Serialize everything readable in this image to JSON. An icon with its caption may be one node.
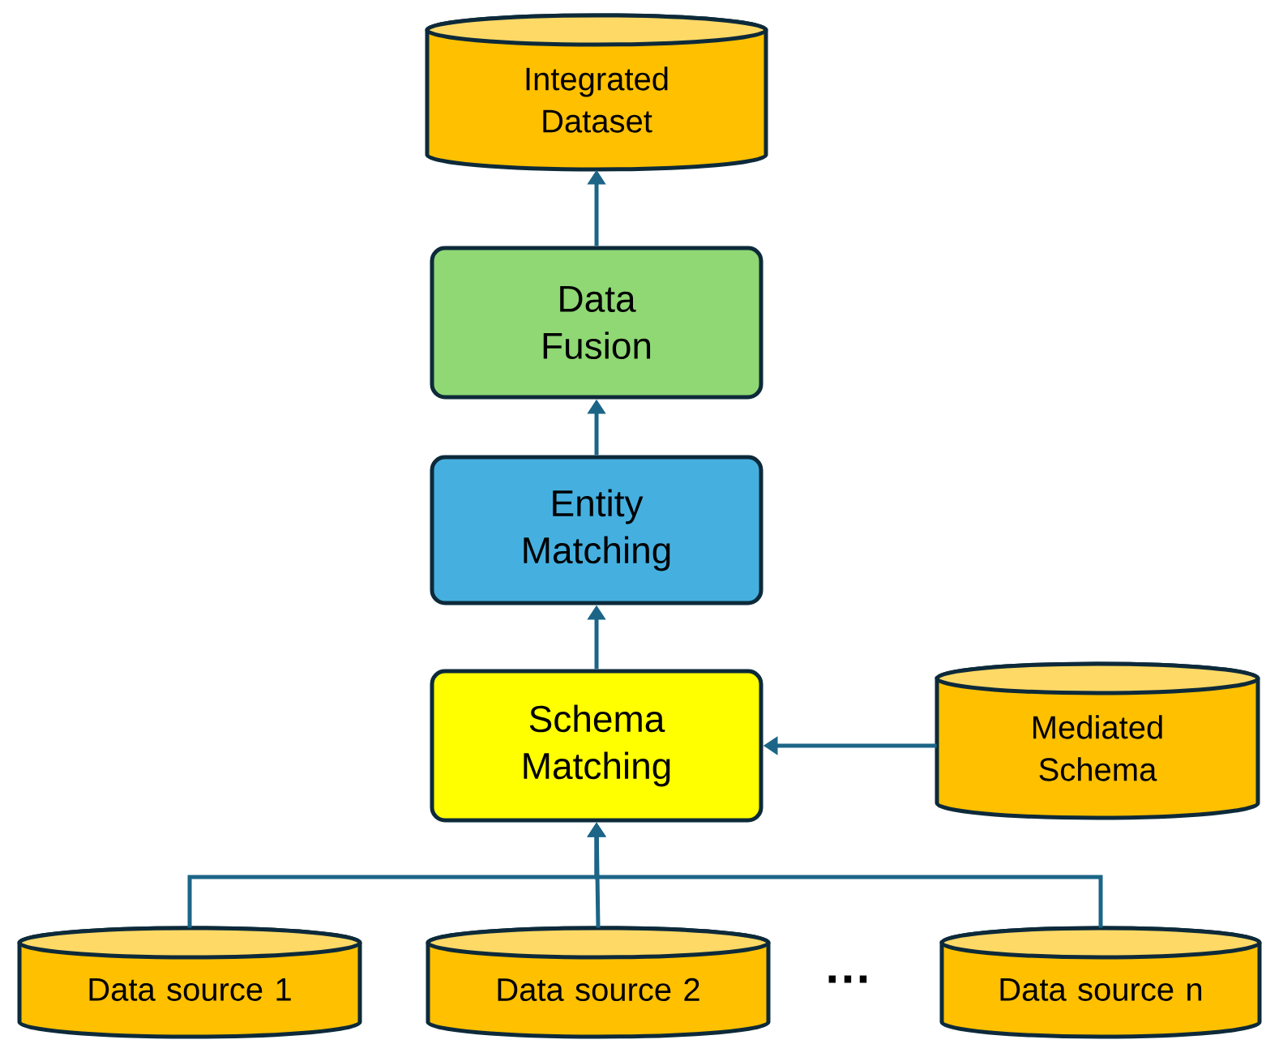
{
  "diagram": {
    "nodes": [
      {
        "text": [
          "Integrated Dataset"
        ]
      },
      {
        "text": [
          "Data Fusion"
        ]
      },
      {
        "text": [
          "Entity Matching"
        ]
      },
      {
        "text": [
          "Schema Matching"
        ]
      },
      {
        "text": [
          "Mediated Schema"
        ]
      },
      {
        "text": [
          "Data source 1"
        ]
      },
      {
        "text": [
          "Data source 2"
        ]
      },
      {
        "text": [
          "Data source n"
        ]
      }
    ],
    "edges": [
      {
        "from": 1,
        "to": 0,
        "arrow": "to"
      },
      {
        "from": 2,
        "to": 1,
        "arrow": "to"
      },
      {
        "from": 3,
        "to": 2,
        "arrow": "to"
      },
      {
        "from": 4,
        "to": 3,
        "arrow": "to"
      },
      {
        "from": 5,
        "to": 3,
        "arrow": "to"
      },
      {
        "from": 6,
        "to": 3,
        "arrow": "to"
      },
      {
        "from": 7,
        "to": 3,
        "arrow": "to"
      }
    ],
    "labels": [
      "…"
    ]
  }
}
